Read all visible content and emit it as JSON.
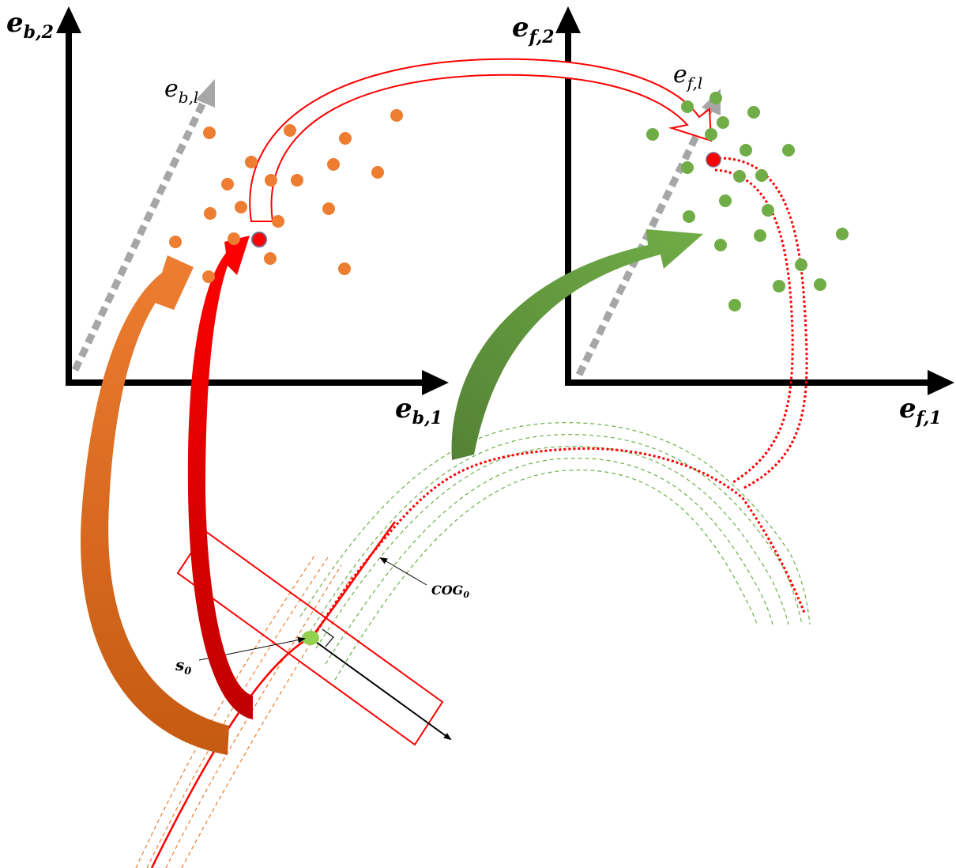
{
  "labels": {
    "b_axis1": {
      "main": "e",
      "sub": "b,1"
    },
    "b_axis2": {
      "main": "e",
      "sub": "b,2"
    },
    "b_axisl": {
      "main": "e",
      "sub": "b,l"
    },
    "f_axis1": {
      "main": "e",
      "sub": "f,1"
    },
    "f_axis2": {
      "main": "e",
      "sub": "f,2"
    },
    "f_axisl": {
      "main": "e",
      "sub": "f,l"
    },
    "cog": "COG",
    "cog_sub": "0",
    "s": "s",
    "s_sub": "0"
  },
  "colors": {
    "orange_points": "#ED7D31",
    "green_points": "#70AD47",
    "dark_green_arrow": "#548235",
    "red": "#FF0000",
    "grey_axis": "#A6A6A6",
    "black": "#000000"
  }
}
